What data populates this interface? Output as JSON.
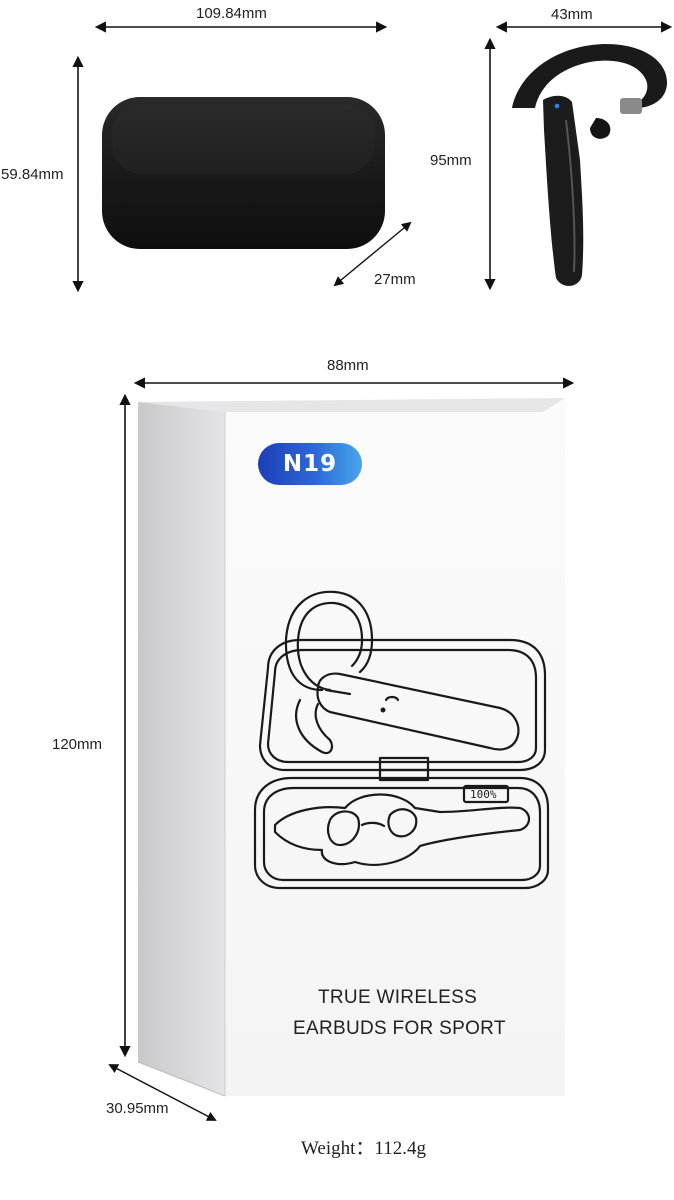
{
  "case_dimensions": {
    "width": "109.84mm",
    "height": "59.84mm",
    "depth": "27mm"
  },
  "earpiece_dimensions": {
    "width": "43mm",
    "height": "95mm"
  },
  "box_dimensions": {
    "width": "88mm",
    "height": "120mm",
    "depth": "30.95mm"
  },
  "box": {
    "model_badge": "N19",
    "tagline_line1": "TRUE WIRELESS",
    "tagline_line2": "EARBUDS FOR SPORT",
    "display_reading": "100%"
  },
  "weight": {
    "label": "Weight：",
    "value": "112.4g"
  },
  "colors": {
    "badge_gradient_start": "#1d3fb8",
    "badge_gradient_end": "#48a6ec",
    "product_black": "#1c1c1c"
  }
}
